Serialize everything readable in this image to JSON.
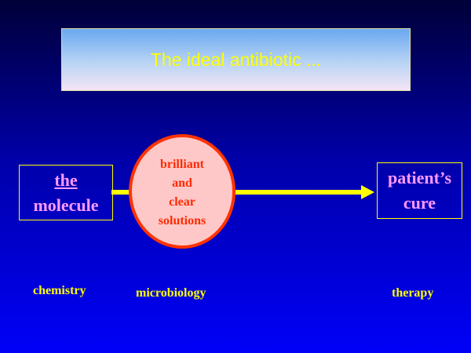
{
  "title": "The ideal antibiotic ...",
  "left_box": {
    "line1": "the",
    "line2": "molecule"
  },
  "ellipse": {
    "lines": [
      "brilliant",
      "and",
      "clear",
      "solutions"
    ]
  },
  "right_box": {
    "line1": "patient’s",
    "line2": "cure"
  },
  "labels": {
    "chemistry": "chemistry",
    "microbiology": "microbiology",
    "therapy": "therapy"
  },
  "colors": {
    "accent": "#ffff00",
    "box_text": "#ff99ff",
    "ellipse_fill": "#ffc8c8",
    "ellipse_stroke": "#ff3300"
  }
}
